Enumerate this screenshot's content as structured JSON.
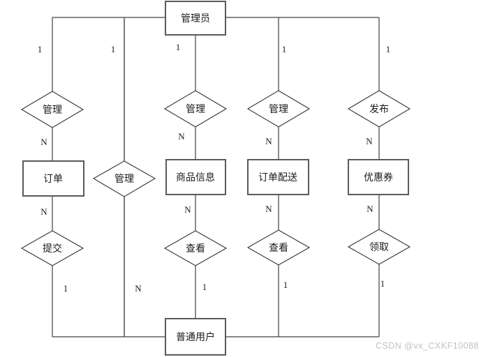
{
  "diagram": {
    "admin": "管理员",
    "user": "普通用户",
    "columns": [
      {
        "top_card": "1",
        "top_rel": "管理",
        "upper_card": "N",
        "entity": "订单",
        "lower_card": "N",
        "bottom_rel": "提交",
        "bottom_card": "1"
      },
      {
        "top_card": "1",
        "rel": "管理",
        "bottom_card": "N"
      },
      {
        "top_card": "1",
        "top_rel": "管理",
        "upper_card": "N",
        "entity": "商品信息",
        "lower_card": "N",
        "bottom_rel": "查看",
        "bottom_card": "1"
      },
      {
        "top_card": "1",
        "top_rel": "管理",
        "upper_card": "N",
        "entity": "订单配送",
        "lower_card": "N",
        "bottom_rel": "查看",
        "bottom_card": "1"
      },
      {
        "top_card": "1",
        "top_rel": "发布",
        "upper_card": "N",
        "entity": "优惠券",
        "lower_card": "N",
        "bottom_rel": "领取",
        "bottom_card": "1"
      }
    ]
  },
  "watermark": "CSDN @vx_CXKF10088",
  "colors": {
    "line": "#404040",
    "entity_border": "#5a5a5a",
    "watermark": "#c7bfbf",
    "background": "#ffffff"
  }
}
